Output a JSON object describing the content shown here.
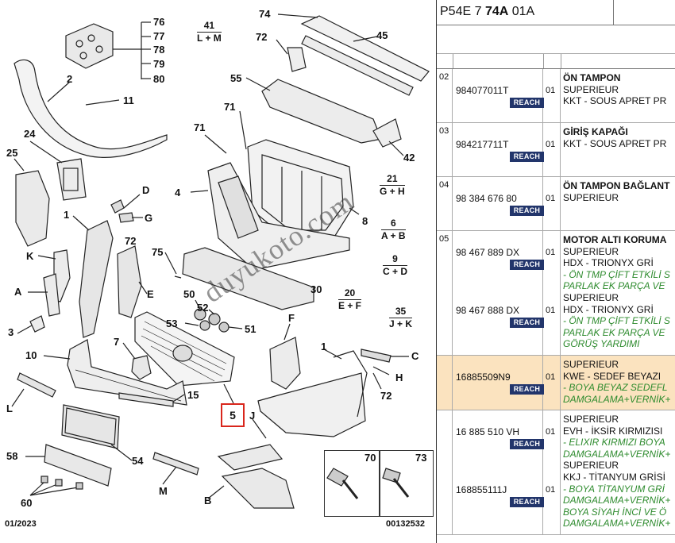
{
  "diagram": {
    "callouts": [
      {
        "id": "c76",
        "text": "76"
      },
      {
        "id": "c77",
        "text": "77"
      },
      {
        "id": "c78",
        "text": "78"
      },
      {
        "id": "c79",
        "text": "79"
      },
      {
        "id": "c80",
        "text": "80"
      },
      {
        "id": "c74",
        "text": "74"
      },
      {
        "id": "c72a",
        "text": "72"
      },
      {
        "id": "c45",
        "text": "45"
      },
      {
        "id": "c2",
        "text": "2"
      },
      {
        "id": "c11",
        "text": "11"
      },
      {
        "id": "c55",
        "text": "55"
      },
      {
        "id": "c71a",
        "text": "71"
      },
      {
        "id": "c71b",
        "text": "71"
      },
      {
        "id": "c42",
        "text": "42"
      },
      {
        "id": "c24",
        "text": "24"
      },
      {
        "id": "c25",
        "text": "25"
      },
      {
        "id": "cD",
        "text": "D"
      },
      {
        "id": "c4",
        "text": "4"
      },
      {
        "id": "cG",
        "text": "G"
      },
      {
        "id": "c1a",
        "text": "1"
      },
      {
        "id": "c72b",
        "text": "72"
      },
      {
        "id": "c8",
        "text": "8"
      },
      {
        "id": "cK",
        "text": "K"
      },
      {
        "id": "c75",
        "text": "75"
      },
      {
        "id": "cA",
        "text": "A"
      },
      {
        "id": "cE",
        "text": "E"
      },
      {
        "id": "c50",
        "text": "50"
      },
      {
        "id": "c52",
        "text": "52"
      },
      {
        "id": "c30",
        "text": "30"
      },
      {
        "id": "c53",
        "text": "53"
      },
      {
        "id": "c51",
        "text": "51"
      },
      {
        "id": "c3",
        "text": "3"
      },
      {
        "id": "cF",
        "text": "F"
      },
      {
        "id": "c7",
        "text": "7"
      },
      {
        "id": "c10",
        "text": "10"
      },
      {
        "id": "c1b",
        "text": "1"
      },
      {
        "id": "cC",
        "text": "C"
      },
      {
        "id": "cH",
        "text": "H"
      },
      {
        "id": "c15",
        "text": "15"
      },
      {
        "id": "c72c",
        "text": "72"
      },
      {
        "id": "cL",
        "text": "L"
      },
      {
        "id": "cJ",
        "text": "J"
      },
      {
        "id": "c58",
        "text": "58"
      },
      {
        "id": "c54",
        "text": "54"
      },
      {
        "id": "cM",
        "text": "M"
      },
      {
        "id": "c60",
        "text": "60"
      },
      {
        "id": "cB",
        "text": "B"
      },
      {
        "id": "c70",
        "text": "70"
      },
      {
        "id": "c73",
        "text": "73"
      }
    ],
    "groups": [
      {
        "num": "41",
        "text": "L + M"
      },
      {
        "num": "21",
        "text": "G + H"
      },
      {
        "num": "6",
        "text": "A + B"
      },
      {
        "num": "9",
        "text": "C + D"
      },
      {
        "num": "20",
        "text": "E + F"
      },
      {
        "num": "35",
        "text": "J + K"
      }
    ],
    "highlighted_ref": "5",
    "footer_left": "01/2023",
    "footer_right": "00132532",
    "watermark": "duyukoto.com"
  },
  "table": {
    "header_code_pre": "P54E 7 ",
    "header_code_bold": "74A",
    "header_code_post": " 01A",
    "rows": [
      {
        "idx": "02",
        "parts": [
          {
            "pn": "984077011T",
            "qty": "01",
            "reach": "REACH"
          }
        ],
        "lines": [
          {
            "t": "ÖN TAMPON",
            "k": "title"
          },
          {
            "t": "SUPERIEUR",
            "k": ""
          },
          {
            "t": "KKT - SOUS APRET PR",
            "k": ""
          }
        ]
      },
      {
        "idx": "03",
        "parts": [
          {
            "pn": "984217711T",
            "qty": "01",
            "reach": "REACH"
          }
        ],
        "lines": [
          {
            "t": "GİRİŞ KAPAĞI",
            "k": "title"
          },
          {
            "t": "KKT - SOUS APRET PR",
            "k": ""
          }
        ]
      },
      {
        "idx": "04",
        "parts": [
          {
            "pn": "98 384 676 80",
            "qty": "01",
            "reach": "REACH"
          }
        ],
        "lines": [
          {
            "t": "ÖN TAMPON BAĞLANT",
            "k": "title"
          },
          {
            "t": "SUPERIEUR",
            "k": ""
          }
        ]
      },
      {
        "idx": "05",
        "parts": [
          {
            "pn": "98 467 889 DX",
            "qty": "01",
            "reach": "REACH"
          },
          {
            "pn": "98 467 888 DX",
            "qty": "01",
            "reach": "REACH"
          }
        ],
        "lines": [
          {
            "t": "MOTOR ALTI KORUMA",
            "k": "title"
          },
          {
            "t": "SUPERIEUR",
            "k": ""
          },
          {
            "t": "HDX - TRIONYX GRİ",
            "k": ""
          },
          {
            "t": "- ÖN TMP ÇİFT ETKİLİ S",
            "k": "note"
          },
          {
            "t": "PARLAK EK PARÇA VE",
            "k": "note"
          },
          {
            "t": "SUPERIEUR",
            "k": ""
          },
          {
            "t": "HDX - TRIONYX GRİ",
            "k": ""
          },
          {
            "t": "- ÖN TMP ÇİFT ETKİLİ S",
            "k": "note"
          },
          {
            "t": "PARLAK EK PARÇA VE",
            "k": "note"
          },
          {
            "t": "GÖRÜŞ YARDIMI",
            "k": "note"
          }
        ]
      },
      {
        "idx": "",
        "hl": true,
        "parts": [
          {
            "pn": "16885509N9",
            "qty": "01",
            "reach": "REACH"
          }
        ],
        "lines": [
          {
            "t": "SUPERIEUR",
            "k": ""
          },
          {
            "t": "KWE - SEDEF BEYAZI",
            "k": ""
          },
          {
            "t": "- BOYA BEYAZ SEDEFL",
            "k": "note"
          },
          {
            "t": "DAMGALAMA+VERNİK+",
            "k": "note"
          }
        ]
      },
      {
        "idx": "",
        "parts": [
          {
            "pn": "16 885 510 VH",
            "qty": "01",
            "reach": "REACH"
          },
          {
            "pn": "168855111J",
            "qty": "01",
            "reach": "REACH"
          }
        ],
        "lines": [
          {
            "t": "SUPERIEUR",
            "k": ""
          },
          {
            "t": "EVH - İKSİR KIRMIZISI",
            "k": ""
          },
          {
            "t": "- ELIXIR KIRMIZI BOYA",
            "k": "note"
          },
          {
            "t": "DAMGALAMA+VERNİK+",
            "k": "note"
          },
          {
            "t": "SUPERIEUR",
            "k": ""
          },
          {
            "t": "KKJ - TİTANYUM GRİSİ",
            "k": ""
          },
          {
            "t": "- BOYA TİTANYUM GRİ",
            "k": "note"
          },
          {
            "t": "DAMGALAMA+VERNİK+",
            "k": "note"
          },
          {
            "t": "BOYA SİYAH İNCİ VE Ö",
            "k": "note"
          },
          {
            "t": "DAMGALAMA+VERNİK+",
            "k": "note"
          }
        ]
      }
    ]
  }
}
